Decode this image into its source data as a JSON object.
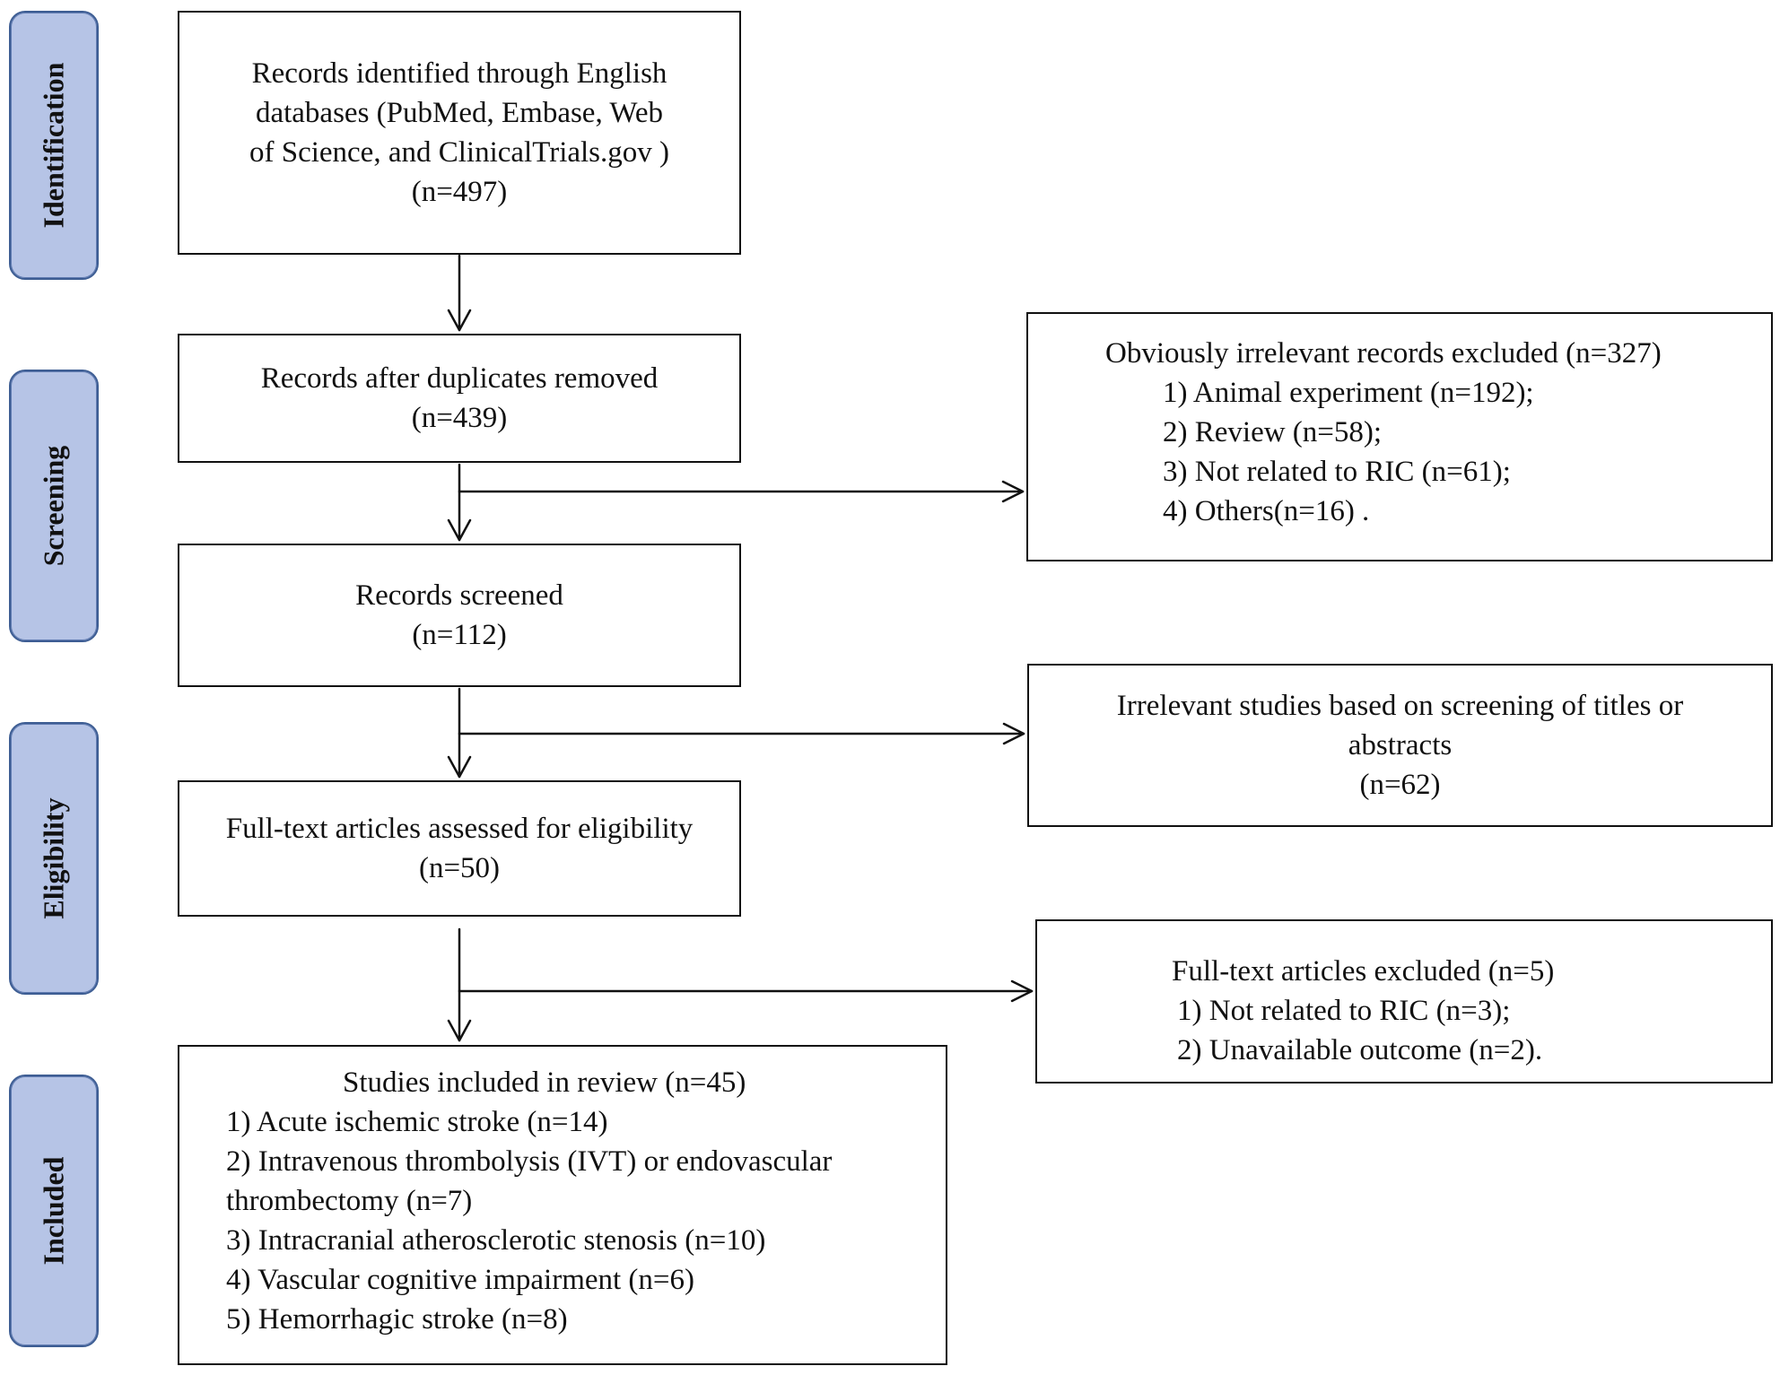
{
  "stages": [
    {
      "id": "identification",
      "label": "Identification"
    },
    {
      "id": "screening",
      "label": "Screening"
    },
    {
      "id": "eligibility",
      "label": "Eligibility"
    },
    {
      "id": "included",
      "label": "Included"
    }
  ],
  "boxes": {
    "identified": {
      "lines": [
        "Records identified through English",
        "databases (PubMed, Embase, Web",
        "of Science, and ClinicalTrials.gov )",
        "(n=497)"
      ]
    },
    "deduplicated": {
      "lines": [
        "Records after duplicates removed",
        "(n=439)"
      ]
    },
    "screened": {
      "lines": [
        "Records screened",
        "(n=112)"
      ]
    },
    "fulltext": {
      "lines": [
        "Full-text articles assessed for eligibility",
        "(n=50)"
      ]
    },
    "included": {
      "title": "Studies included in review (n=45)",
      "items": [
        "1) Acute ischemic stroke (n=14)",
        "2) Intravenous thrombolysis (IVT) or endovascular",
        "thrombectomy (n=7)",
        "3)  Intracranial atherosclerotic stenosis (n=10)",
        "4) Vascular cognitive impairment (n=6)",
        "5) Hemorrhagic stroke (n=8)"
      ]
    },
    "excluded_irrelevant": {
      "title": "Obviously irrelevant records excluded (n=327)",
      "items": [
        "1) Animal experiment (n=192);",
        "2) Review (n=58);",
        "3) Not related to RIC (n=61);",
        "4) Others(n=16) ."
      ]
    },
    "excluded_titles": {
      "lines": [
        "Irrelevant studies based on screening of titles or",
        "abstracts",
        "(n=62)"
      ]
    },
    "excluded_fulltext": {
      "title": "Full-text  articles excluded (n=5)",
      "items": [
        "1) Not related to RIC (n=3);",
        "2) Unavailable outcome (n=2)."
      ]
    }
  }
}
